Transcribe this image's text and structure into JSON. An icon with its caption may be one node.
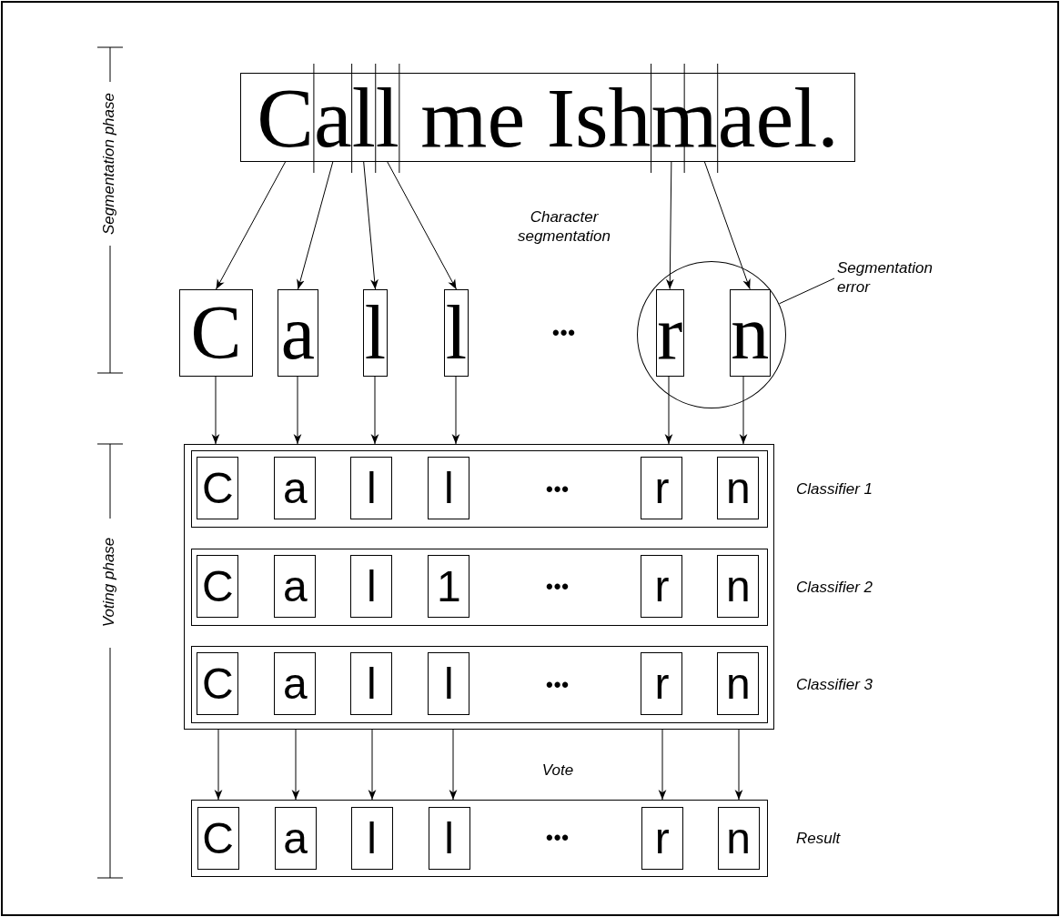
{
  "diagram": {
    "nodes": [
      {
        "text": [
          "Call me Ishmael."
        ]
      },
      {
        "text": [
          "C"
        ]
      },
      {
        "text": [
          "a"
        ]
      },
      {
        "text": [
          "l"
        ]
      },
      {
        "text": [
          "l"
        ]
      },
      {
        "text": [],
        "shape": "circle"
      },
      {
        "text": [
          "r"
        ],
        "in": 5
      },
      {
        "text": [
          "n"
        ],
        "in": 5
      },
      {
        "text": [
          "Segmentation error"
        ]
      },
      {
        "text": [],
        "shape": "box"
      },
      {
        "text": [],
        "shape": "box",
        "in": 9,
        "beside": [
          "Classifier 1"
        ]
      },
      {
        "text": [
          "C"
        ],
        "in": 10
      },
      {
        "text": [
          "a"
        ],
        "in": 10
      },
      {
        "text": [
          "l"
        ],
        "in": 10
      },
      {
        "text": [
          "l"
        ],
        "in": 10
      },
      {
        "text": [
          "r"
        ],
        "in": 10
      },
      {
        "text": [
          "n"
        ],
        "in": 10
      },
      {
        "text": [],
        "shape": "box",
        "in": 9,
        "beside": [
          "Classifier 2"
        ]
      },
      {
        "text": [
          "C"
        ],
        "in": 17
      },
      {
        "text": [
          "a"
        ],
        "in": 17
      },
      {
        "text": [
          "l"
        ],
        "in": 17
      },
      {
        "text": [
          "1"
        ],
        "in": 17
      },
      {
        "text": [
          "r"
        ],
        "in": 17
      },
      {
        "text": [
          "n"
        ],
        "in": 17
      },
      {
        "text": [],
        "shape": "box",
        "in": 9,
        "beside": [
          "Classifier 3"
        ]
      },
      {
        "text": [
          "C"
        ],
        "in": 24
      },
      {
        "text": [
          "a"
        ],
        "in": 24
      },
      {
        "text": [
          "l"
        ],
        "in": 24
      },
      {
        "text": [
          "l"
        ],
        "in": 24
      },
      {
        "text": [
          "r"
        ],
        "in": 24
      },
      {
        "text": [
          "n"
        ],
        "in": 24
      },
      {
        "text": [],
        "shape": "box",
        "beside": [
          "Result"
        ]
      },
      {
        "text": [
          "C"
        ],
        "in": 31
      },
      {
        "text": [
          "a"
        ],
        "in": 31
      },
      {
        "text": [
          "l"
        ],
        "in": 31
      },
      {
        "text": [
          "l"
        ],
        "in": 31
      },
      {
        "text": [
          "r"
        ],
        "in": 31
      },
      {
        "text": [
          "n"
        ],
        "in": 31
      }
    ],
    "edges": [
      {
        "from": 0,
        "to": 1,
        "arrow": "to"
      },
      {
        "from": 0,
        "to": 2,
        "arrow": "to"
      },
      {
        "from": 0,
        "to": 3,
        "arrow": "to"
      },
      {
        "from": 0,
        "to": 4,
        "arrow": "to"
      },
      {
        "from": 0,
        "to": 6,
        "arrow": "to"
      },
      {
        "from": 0,
        "to": 7,
        "arrow": "to"
      },
      {
        "from": 1,
        "to": 9,
        "arrow": "to"
      },
      {
        "from": 2,
        "to": 9,
        "arrow": "to"
      },
      {
        "from": 3,
        "to": 9,
        "arrow": "to"
      },
      {
        "from": 4,
        "to": 9,
        "arrow": "to"
      },
      {
        "from": 6,
        "to": 9,
        "arrow": "to"
      },
      {
        "from": 7,
        "to": 9,
        "arrow": "to"
      },
      {
        "from": 9,
        "to": 31,
        "arrow": "to"
      },
      {
        "from": 9,
        "to": 31,
        "arrow": "to"
      },
      {
        "from": 9,
        "to": 31,
        "arrow": "to"
      },
      {
        "from": 9,
        "to": 31,
        "arrow": "to"
      },
      {
        "from": 9,
        "to": 31,
        "arrow": "to"
      },
      {
        "from": 9,
        "to": 31,
        "arrow": "to"
      },
      {
        "from": 8,
        "to": 5,
        "arrow": "none"
      }
    ],
    "labels": [
      "Segmentation phase",
      "Character segmentation",
      "•••",
      "•••",
      "•••",
      "•••",
      "Voting phase",
      "Vote",
      "•••"
    ]
  }
}
